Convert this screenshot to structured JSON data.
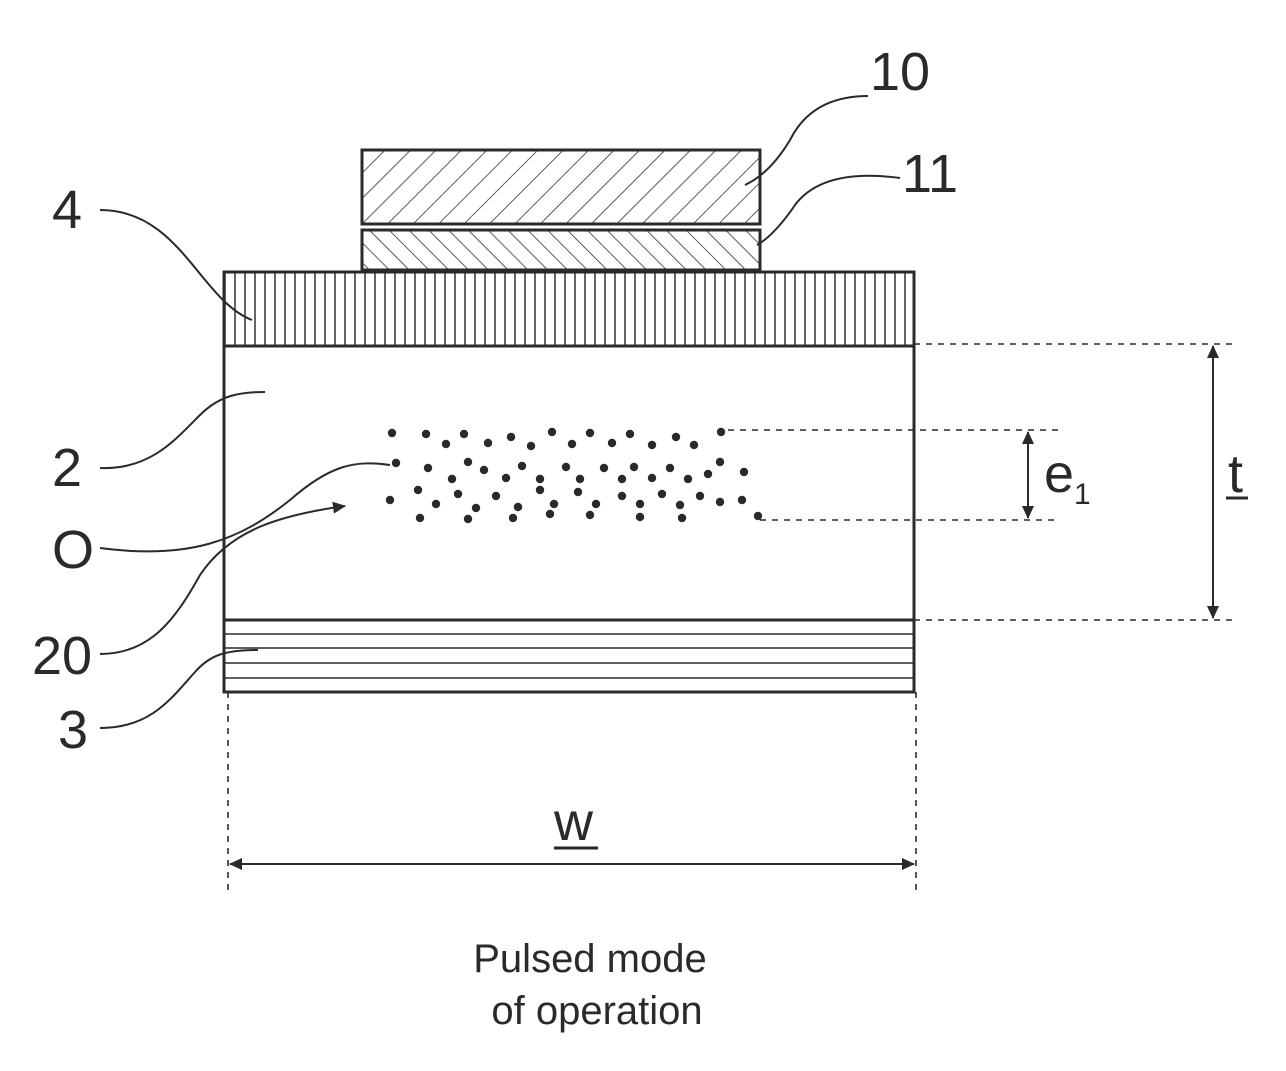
{
  "labels": {
    "ref_10": "10",
    "ref_11": "11",
    "ref_4": "4",
    "ref_2": "2",
    "ref_O": "O",
    "ref_20": "20",
    "ref_3": "3",
    "dim_e": "e",
    "dim_e_sub": "1",
    "dim_t": "t",
    "dim_w": "w"
  },
  "caption": {
    "line1": "Pulsed mode",
    "line2": "of operation"
  }
}
